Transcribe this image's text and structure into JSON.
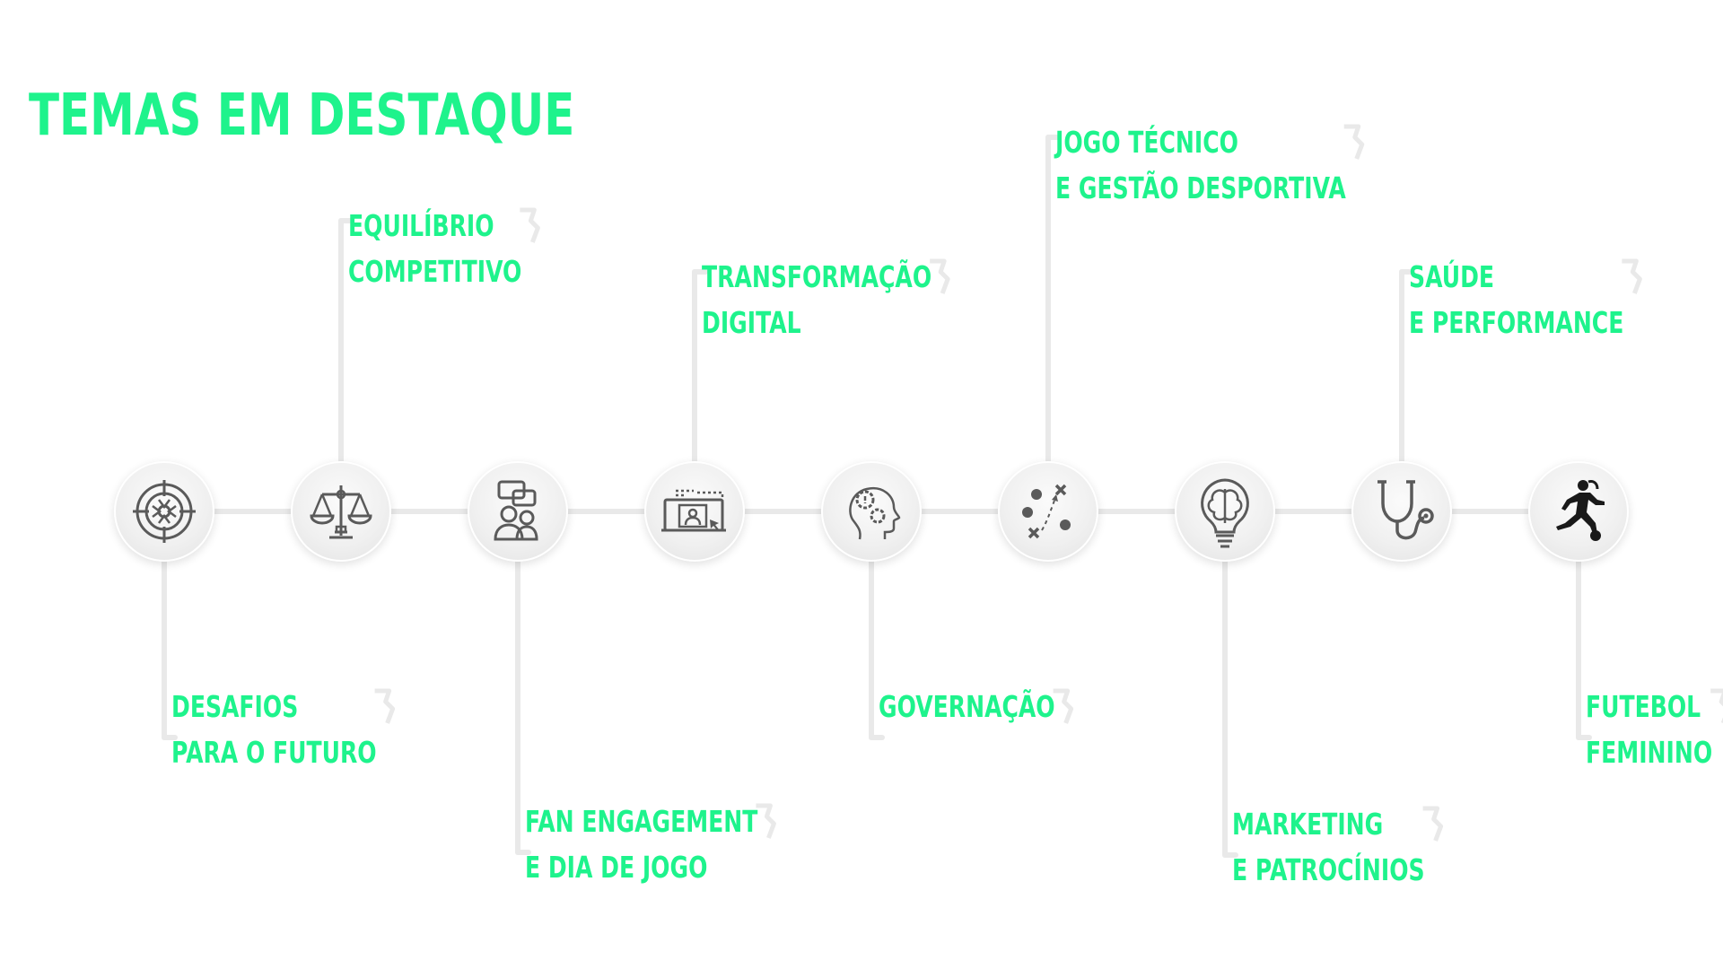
{
  "title": "TEMAS EM DESTAQUE",
  "colors": {
    "accent": "#1ef38c",
    "icon": "#5a5a5a",
    "line": "#e9e9e9"
  },
  "topics": [
    {
      "lines": [
        "DESAFIOS",
        "PARA O FUTURO"
      ],
      "icon": "target-icon"
    },
    {
      "lines": [
        "EQUILÍBRIO",
        "COMPETITIVO"
      ],
      "icon": "scales-icon"
    },
    {
      "lines": [
        "FAN ENGAGEMENT",
        "E DIA DE JOGO"
      ],
      "icon": "fans-chat-icon"
    },
    {
      "lines": [
        "TRANSFORMAÇÃO",
        "DIGITAL"
      ],
      "icon": "digital-screen-icon"
    },
    {
      "lines": [
        "GOVERNAÇÃO"
      ],
      "icon": "head-gears-icon"
    },
    {
      "lines": [
        "JOGO TÉCNICO",
        "E GESTÃO DESPORTIVA"
      ],
      "icon": "tactics-board-icon"
    },
    {
      "lines": [
        "MARKETING",
        "E PATROCÍNIOS"
      ],
      "icon": "brain-bulb-icon"
    },
    {
      "lines": [
        "SAÚDE",
        "E PERFORMANCE"
      ],
      "icon": "stethoscope-icon"
    },
    {
      "lines": [
        "FUTEBOL",
        "FEMININO"
      ],
      "icon": "female-player-icon"
    }
  ]
}
